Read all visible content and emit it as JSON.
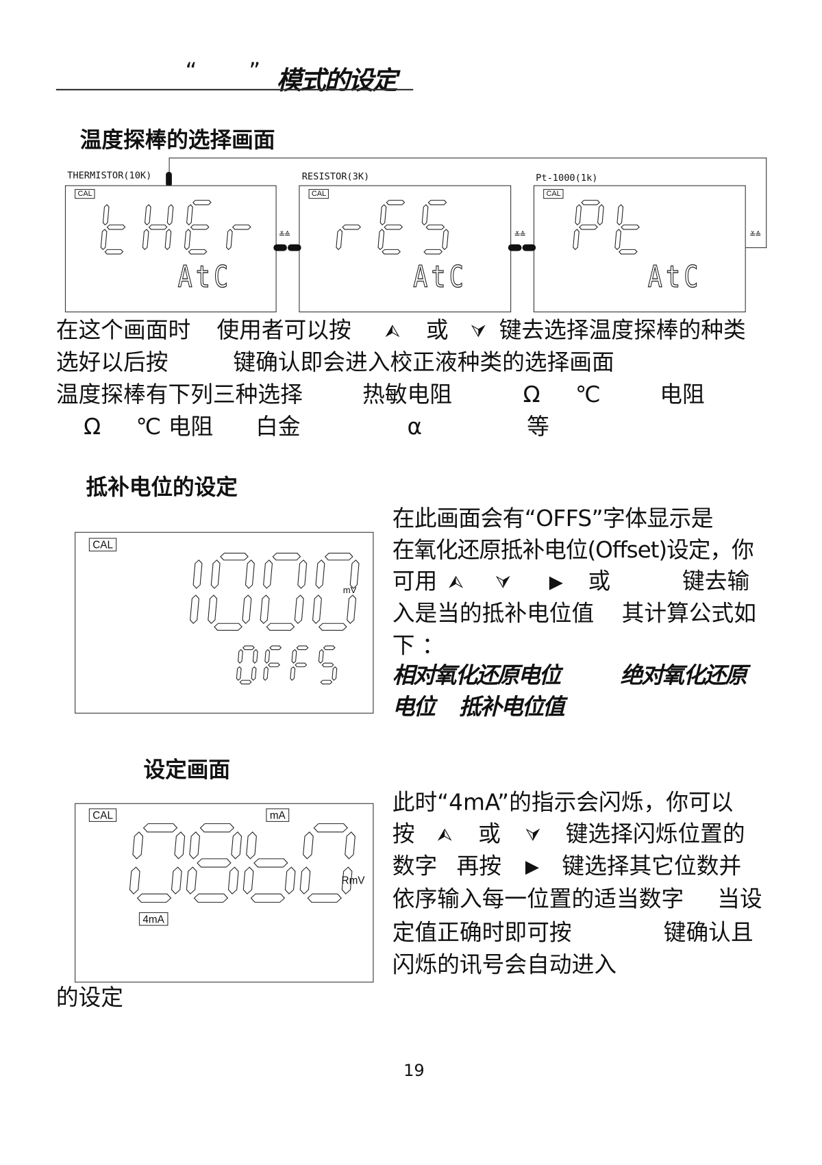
{
  "title": {
    "open_quote": "“",
    "close_quote": "”",
    "text": "模式的设定"
  },
  "section1": {
    "heading": "温度探棒的选择画面",
    "screens": [
      {
        "label": "THERMISTOR(10K)",
        "cal": "CAL",
        "main": "tHEr",
        "sub": "AtC"
      },
      {
        "label": "RESISTOR(3K)",
        "cal": "CAL",
        "main": "rES",
        "sub": "AtC"
      },
      {
        "label": "Pt-1000(1k)",
        "cal": "CAL",
        "main": "Pt",
        "sub": "AtC"
      }
    ],
    "arrow_glyph": "≚≙",
    "lines": [
      [
        "在这个画面时",
        "使用者可以按",
        "或",
        "键去选择温度探棒的种类"
      ],
      [
        "选好以后按",
        "键确认即会进入校正液种类的选择画面"
      ],
      [
        "温度探棒有下列三种选择",
        "热敏电阻",
        "Ω",
        "℃",
        "电阻"
      ],
      [
        "Ω",
        "℃ 电阻",
        "白金",
        "α",
        "等"
      ]
    ]
  },
  "section2": {
    "heading": "抵补电位的设定",
    "screen": {
      "cal": "CAL",
      "main": "1000",
      "unit": "mV",
      "sub": "OFFS"
    },
    "lines": [
      "在此画面会有“OFFS”字体显示是",
      "在氧化还原抵补电位(Offset)设定，你",
      [
        "可用",
        "或",
        "键去输"
      ],
      [
        "入是当的抵补电位值",
        "其计算公式如"
      ],
      "下 ：",
      [
        "相对氧化还原电位",
        "绝对氧化还原"
      ],
      [
        "电位",
        "抵补电位值"
      ]
    ]
  },
  "section3": {
    "heading": "设定画面",
    "screen": {
      "cal": "CAL",
      "ma_tag": "mA",
      "main": "08b0",
      "unit": "RmV",
      "flag": "4mA"
    },
    "lines": [
      "此时“4mA”的指示会闪烁，你可以",
      [
        "按",
        "或",
        "键选择闪烁位置的"
      ],
      [
        "数字",
        "再按",
        "键选择其它位数并"
      ],
      [
        "依序输入每一位置的适当数字",
        "当设"
      ],
      [
        "定值正确时即可按",
        "键确认且"
      ],
      "闪烁的讯号会自动进入"
    ],
    "trailing": "的设定"
  },
  "icons": {
    "up": "⮙",
    "down": "⮛",
    "right": "▶"
  },
  "page_number": "19"
}
